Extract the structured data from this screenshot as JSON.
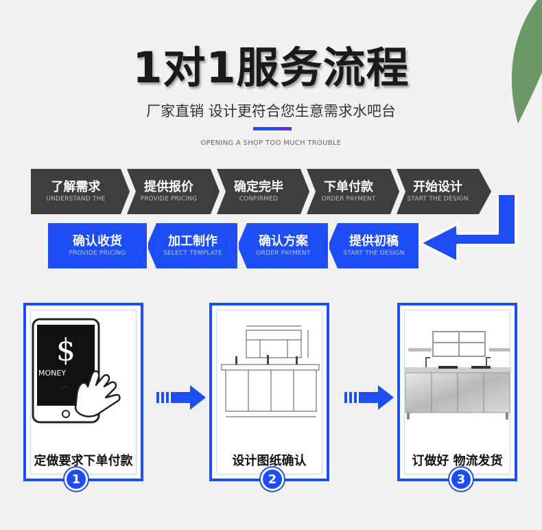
{
  "title": "1对1服务流程",
  "subtitle": "厂家直销 设计更符合您生意需求水吧台",
  "subtitle_en": "OPENING A SHOP TOO MUCH TROUBLE",
  "colors": {
    "accent": "#1d4ef5",
    "dark": "#3e3e3e",
    "purple": "#6b2ccf"
  },
  "steps_top": [
    {
      "cn": "了解需求",
      "en": "UNDERSTAND THE"
    },
    {
      "cn": "提供报价",
      "en": "PROVIDE PRICING"
    },
    {
      "cn": "确定完毕",
      "en": "CONFIRMED"
    },
    {
      "cn": "下单付款",
      "en": "ORDER PAYMENT"
    },
    {
      "cn": "开始设计",
      "en": "START THE DESIGN"
    }
  ],
  "steps_bottom": [
    {
      "cn": "确认收货",
      "en": "PROVIDE PRICING"
    },
    {
      "cn": "加工制作",
      "en": "SELECT TEMPLATE"
    },
    {
      "cn": "确认方案",
      "en": "ORDER PAYMENT"
    },
    {
      "cn": "提供初稿",
      "en": "START THE DESIGN"
    }
  ],
  "cards": [
    {
      "label": "定做要求下单付款",
      "number": "1",
      "image_text": "MONEY",
      "image_symbol": "$",
      "icon": "phone-payment-hand-icon"
    },
    {
      "label": "设计图纸确认",
      "number": "2",
      "icon": "blueprint-drawing-icon"
    },
    {
      "label": "订做好 物流发货",
      "number": "3",
      "icon": "stainless-counter-icon"
    }
  ]
}
